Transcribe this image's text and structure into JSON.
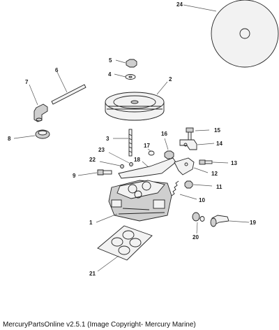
{
  "diagram": {
    "callouts": [
      "1",
      "2",
      "3",
      "4",
      "5",
      "6",
      "7",
      "8",
      "9",
      "10",
      "11",
      "12",
      "13",
      "14",
      "15",
      "16",
      "17",
      "18",
      "19",
      "20",
      "21",
      "22",
      "23",
      "24"
    ]
  },
  "footer": {
    "caption": "MercuryPartsOnline v2.5.1 (Image Copyright- Mercury Marine)"
  }
}
